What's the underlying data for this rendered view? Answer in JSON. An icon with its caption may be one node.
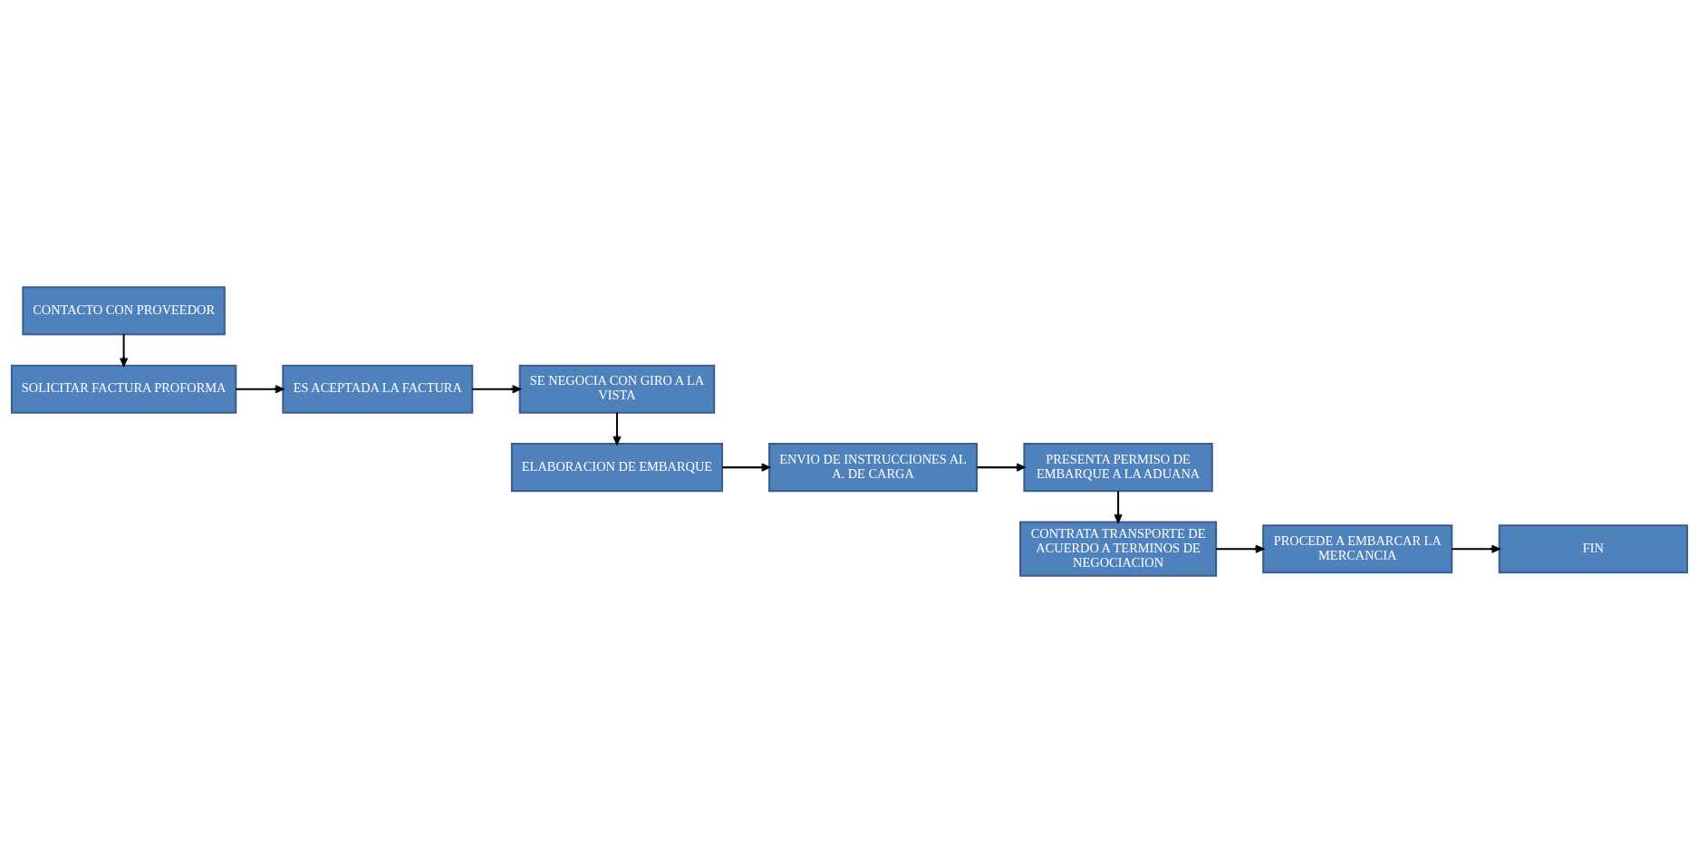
{
  "diagram": {
    "nodes": [
      {
        "text": [
          "CONTACTO CON PROVEEDOR"
        ]
      },
      {
        "text": [
          "SOLICITAR FACTURA PROFORMA"
        ]
      },
      {
        "text": [
          "ES ACEPTADA LA FACTURA"
        ]
      },
      {
        "text": [
          "SE NEGOCIA CON GIRO A LA VISTA"
        ]
      },
      {
        "text": [
          "PRESENTA PERMISO DE EMBARQUE A LA ADUANA"
        ]
      },
      {
        "text": [
          "ENVIO DE INSTRUCCIONES AL A. DE CARGA"
        ]
      },
      {
        "text": [
          "ELABORACION DE EMBARQUE"
        ]
      },
      {
        "text": [
          "CONTRATA TRANSPORTE DE ACUERDO A TERMINOS DE NEGOCIACION"
        ]
      },
      {
        "text": [
          "PROCEDE A EMBARCAR LA MERCANCIA"
        ]
      },
      {
        "text": [
          "FIN"
        ]
      }
    ],
    "edges": [
      {
        "from": 0,
        "to": 1,
        "arrow": "to"
      },
      {
        "from": 1,
        "to": 2,
        "arrow": "to"
      },
      {
        "from": 2,
        "to": 3,
        "arrow": "to"
      },
      {
        "from": 3,
        "to": 6,
        "arrow": "to"
      },
      {
        "from": 6,
        "to": 5,
        "arrow": "to"
      },
      {
        "from": 5,
        "to": 4,
        "arrow": "to"
      },
      {
        "from": 4,
        "to": 7,
        "arrow": "to"
      },
      {
        "from": 7,
        "to": 8,
        "arrow": "to"
      },
      {
        "from": 8,
        "to": 9,
        "arrow": "to"
      }
    ]
  }
}
